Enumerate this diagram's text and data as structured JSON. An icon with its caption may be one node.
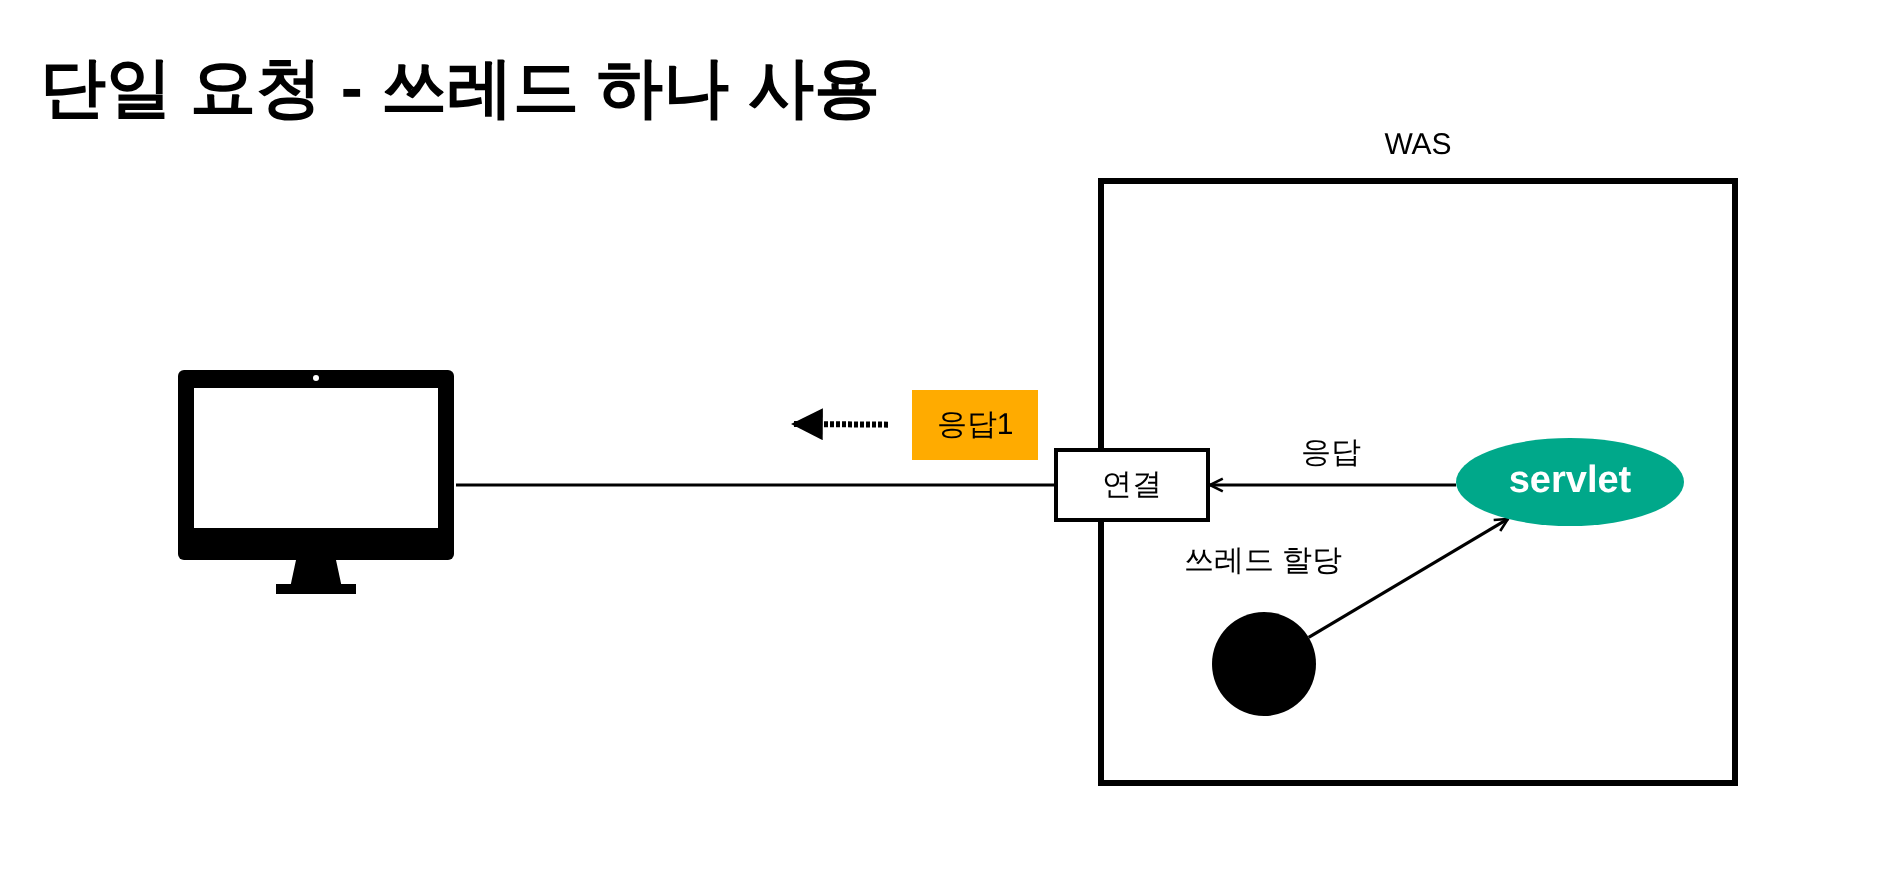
{
  "diagram": {
    "title": "단일 요청 - 쓰레드 하나 사용",
    "nodes": [
      {
        "text": [
          "WAS"
        ]
      },
      {
        "text": [],
        "shape": "picture"
      },
      {
        "text": [
          "연결"
        ]
      },
      {
        "text": [
          "servlet"
        ],
        "in": 0
      },
      {
        "text": [],
        "shape": "circle",
        "in": 0
      },
      {
        "text": [
          "응답1"
        ]
      }
    ],
    "edges": [
      {
        "from": 1,
        "to": 2,
        "arrow": "none"
      },
      {
        "from": 3,
        "to": 2,
        "arrow": "to",
        "label": "응답"
      },
      {
        "from": 4,
        "to": 3,
        "arrow": "to"
      },
      {
        "from": 5,
        "to": null,
        "arrow": "to",
        "style": "dashed"
      }
    ],
    "labels": [
      "쓰레드 할당"
    ]
  }
}
